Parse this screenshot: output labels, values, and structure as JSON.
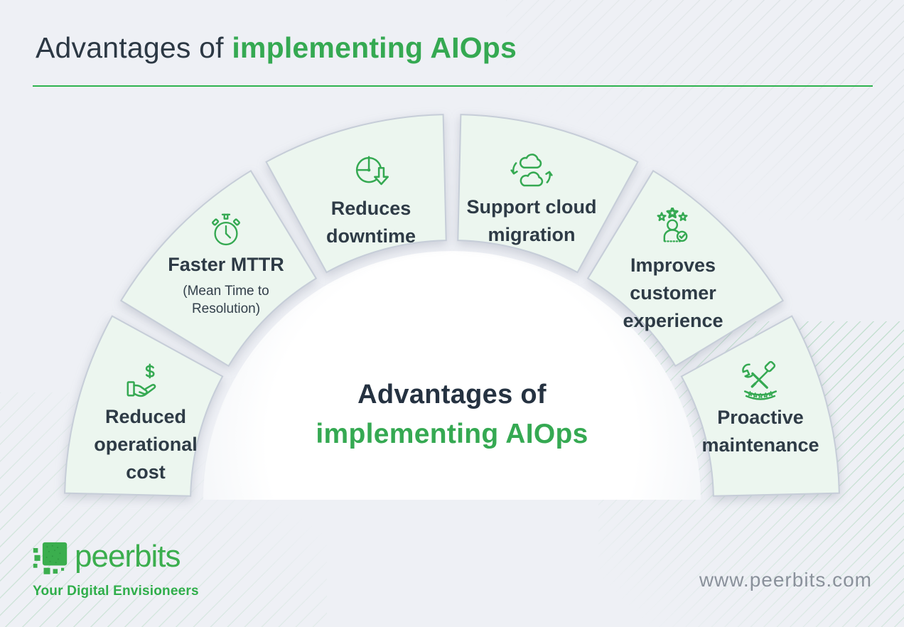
{
  "colors": {
    "background": "#eef0f5",
    "accent_green": "#35a952",
    "dark_text": "#2c3844",
    "segment_fill": "#ecf6ef",
    "segment_border": "#c6cdd8",
    "muted_text": "#8a919b"
  },
  "header": {
    "title_prefix": "Advantages of ",
    "title_highlight": "implementing AIOps"
  },
  "diagram": {
    "center": {
      "line1": "Advantages of",
      "line2": "implementing AIOps"
    },
    "segments": [
      {
        "id": "reduced-operational-cost",
        "icon": "hand-dollar-icon",
        "label_lines": [
          "Reduced",
          "operational",
          "cost"
        ]
      },
      {
        "id": "faster-mttr",
        "icon": "stopwatch-icon",
        "label_lines": [
          "Faster MTTR"
        ],
        "sub_lines": [
          "(Mean Time to",
          "Resolution)"
        ]
      },
      {
        "id": "reduces-downtime",
        "icon": "clock-down-arrow-icon",
        "label_lines": [
          "Reduces",
          "downtime"
        ]
      },
      {
        "id": "support-cloud-migration",
        "icon": "cloud-sync-icon",
        "label_lines": [
          "Support cloud",
          "migration"
        ]
      },
      {
        "id": "improves-customer-experience",
        "icon": "customer-rating-icon",
        "label_lines": [
          "Improves",
          "customer",
          "experience"
        ]
      },
      {
        "id": "proactive-maintenance",
        "icon": "tools-stars-icon",
        "label_lines": [
          "Proactive",
          "maintenance"
        ]
      }
    ]
  },
  "footer": {
    "brand_name": "peerbits",
    "tagline": "Your Digital Envisioneers",
    "website": "www.peerbits.com"
  }
}
